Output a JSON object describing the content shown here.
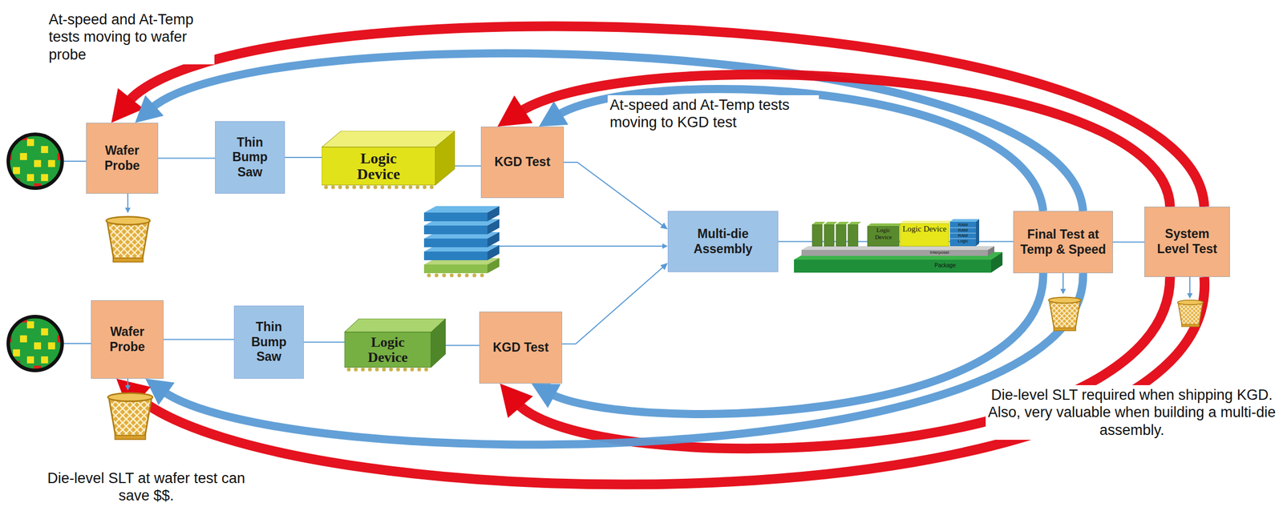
{
  "diagram": {
    "nodes": [
      {
        "text": [
          "Wafer Probe"
        ]
      },
      {
        "text": [
          "Thin Bump Saw"
        ]
      },
      {
        "text": [
          "Logic Device"
        ]
      },
      {
        "text": [
          "KGD Test"
        ]
      },
      {
        "text": [
          "Multi-die Assembly"
        ]
      },
      {
        "text": [
          "Final Test at Temp & Speed"
        ]
      },
      {
        "text": [
          "System Level Test"
        ]
      },
      {
        "text": [
          "Wafer Probe"
        ]
      },
      {
        "text": [
          "Thin Bump Saw"
        ]
      },
      {
        "text": [
          "Logic Device"
        ]
      },
      {
        "text": [
          "KGD Test"
        ]
      }
    ],
    "edges": [
      {
        "from": 0,
        "to": 1,
        "arrow": "none"
      },
      {
        "from": 1,
        "to": 2,
        "arrow": "none"
      },
      {
        "from": 2,
        "to": 3,
        "arrow": "none"
      },
      {
        "from": 3,
        "to": 4,
        "arrow": "to"
      },
      {
        "from": 4,
        "to": 5,
        "arrow": "none"
      },
      {
        "from": 5,
        "to": 6,
        "arrow": "none"
      },
      {
        "from": 7,
        "to": 8,
        "arrow": "none"
      },
      {
        "from": 8,
        "to": 9,
        "arrow": "none"
      },
      {
        "from": 9,
        "to": 10,
        "arrow": "none"
      },
      {
        "from": 10,
        "to": 4,
        "arrow": "to"
      },
      {
        "from": 6,
        "to": 0,
        "arrow": "to"
      },
      {
        "from": 5,
        "to": 0,
        "arrow": "to"
      },
      {
        "from": 6,
        "to": 3,
        "arrow": "to"
      },
      {
        "from": 5,
        "to": 3,
        "arrow": "to"
      },
      {
        "from": 5,
        "to": 10,
        "arrow": "to"
      },
      {
        "from": 6,
        "to": 10,
        "arrow": "to"
      },
      {
        "from": 5,
        "to": 7,
        "arrow": "to"
      },
      {
        "from": 6,
        "to": 7,
        "arrow": "to"
      }
    ],
    "labels": [
      "At-speed and At-Temp tests moving to wafer probe",
      "At-speed and At-Temp tests moving to KGD test",
      "Logic Device",
      "Logic Device",
      "RAM",
      "RAM",
      "RAM",
      "Logic",
      "Interposer",
      "Package",
      "Die-level SLT required when shipping KGD. Also, very valuable when building a multi-die assembly.",
      "Die-level SLT at wafer test can save $$."
    ]
  }
}
